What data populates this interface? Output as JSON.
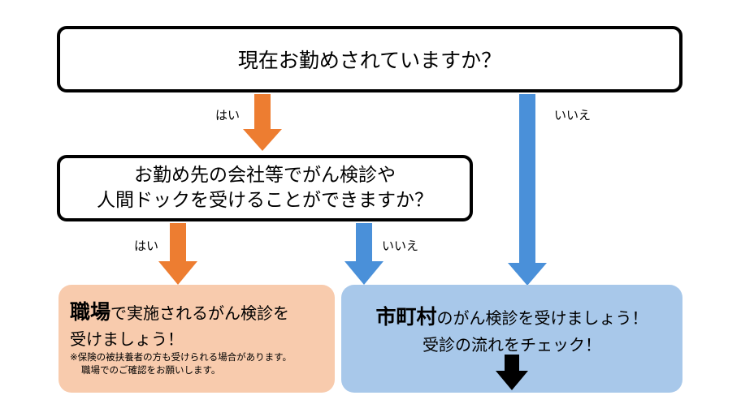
{
  "question1": "現在お勤めされていますか？",
  "question2": {
    "line1": "お勤め先の会社等でがん検診や",
    "line2": "人間ドックを受けることができますか？"
  },
  "labels": {
    "q1_yes": "はい",
    "q1_no": "いいえ",
    "q2_yes": "はい",
    "q2_no": "いいえ"
  },
  "result_workplace": {
    "title_bold": "職場",
    "title_rest": "で実施されるがん検診を",
    "line2": "受けましょう！",
    "note1": "※保険の被扶養者の方も受けられる場合があります。",
    "note2": "職場でのご確認をお願いします。"
  },
  "result_city": {
    "title_bold": "市町村",
    "title_rest": "のがん検診を受けましょう！",
    "line2": "受診の流れをチェック！"
  },
  "colors": {
    "yes_arrow": "#ed7d31",
    "no_arrow": "#4a90d9",
    "workplace_box": "#f8cbad",
    "city_box": "#a8c8ea"
  }
}
